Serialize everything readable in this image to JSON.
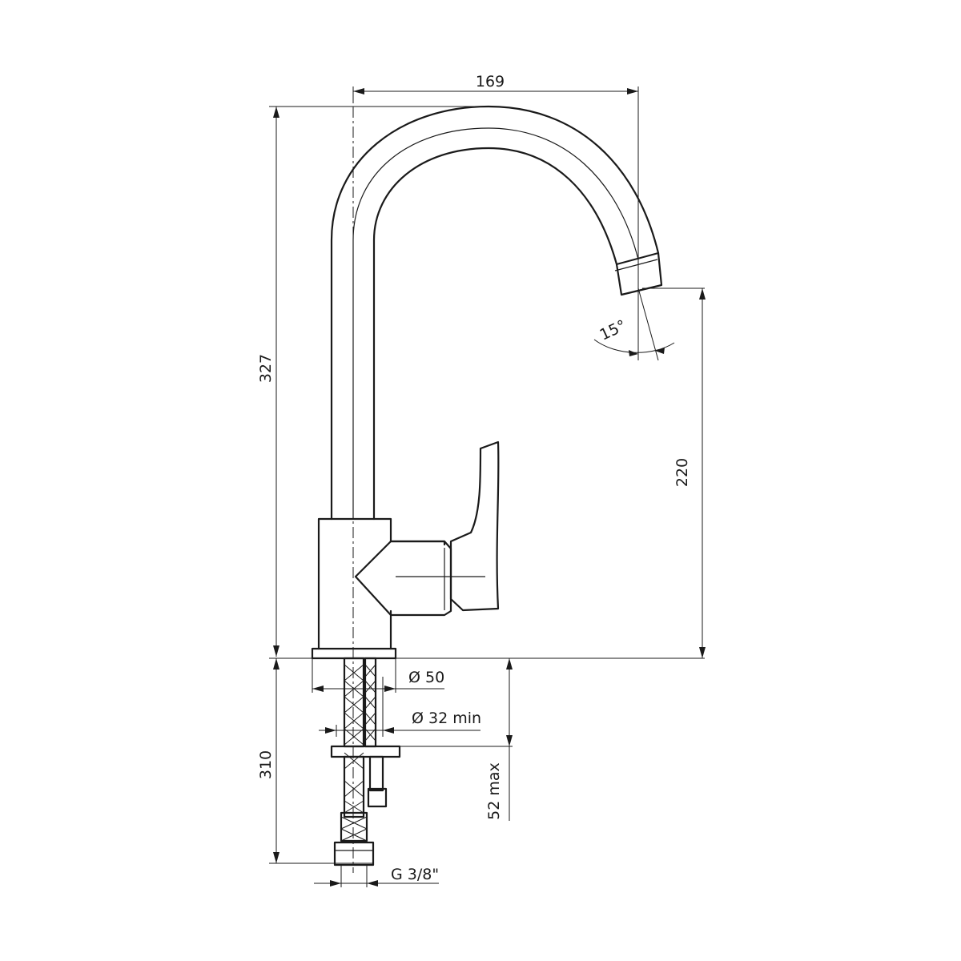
{
  "dimensions": {
    "width_total": "169",
    "height_total": "327",
    "spout_height": "220",
    "angle": "15°",
    "base_diameter": "Ø 50",
    "hole_diameter": "Ø 32 min",
    "under_height": "310",
    "max_thickness": "52 max",
    "connection": "G 3/8\""
  },
  "colors": {
    "line": "#1a1a1a",
    "background": "#ffffff"
  }
}
